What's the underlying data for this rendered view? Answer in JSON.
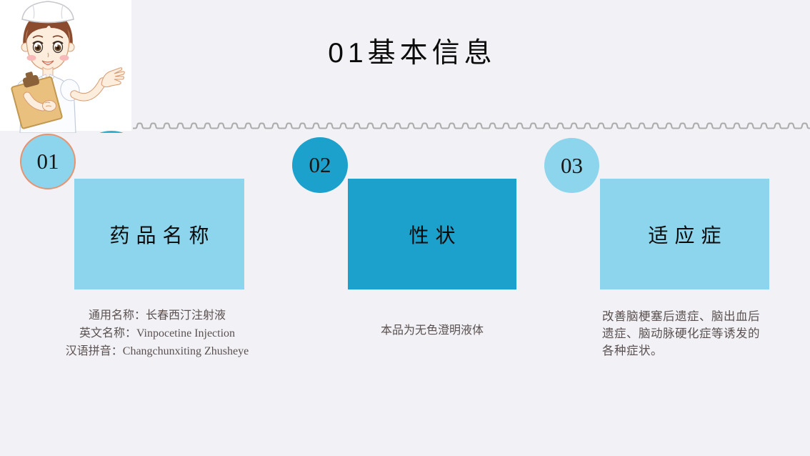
{
  "slide": {
    "title": "01基本信息",
    "background": "#F2F2F6"
  },
  "illustration": {
    "name": "nurse-cartoon"
  },
  "colors": {
    "light_blue": "#8CD5EC",
    "dark_blue": "#1BA1CB",
    "circle_01_border": "#E8926E",
    "zigzag_gray": "#ACACAC",
    "description_text": "#5A5050",
    "heading_text": "#0B0B0B"
  },
  "sections": [
    {
      "number": "01",
      "heading": "药品名称",
      "tone": "light",
      "lines": [
        "通用名称：长春西汀注射液",
        "英文名称：Vinpocetine Injection",
        "汉语拼音：Changchunxiting Zhusheye"
      ]
    },
    {
      "number": "02",
      "heading": "性状",
      "tone": "dark",
      "lines": [
        "本品为无色澄明液体"
      ]
    },
    {
      "number": "03",
      "heading": "适应症",
      "tone": "light",
      "lines": [
        "改善脑梗塞后遗症、脑出血后遗症、脑动脉硬化症等诱发的各种症状。"
      ]
    }
  ]
}
